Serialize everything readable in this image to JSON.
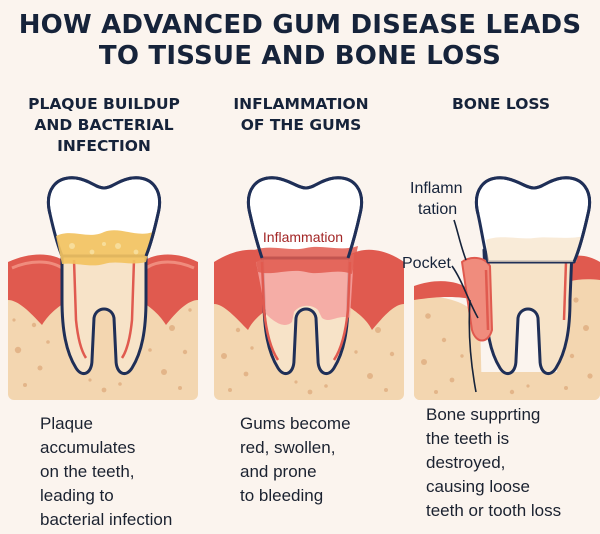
{
  "title": {
    "line1": "HOW ADVANCED GUM DISEASE LEADS",
    "line2": "TO TISSUE AND BONE LOSS"
  },
  "stages": [
    {
      "heading": "PLAQUE BUILDUP\nAND BACTERIAL\nINFECTION",
      "caption": "Plaque\naccumulates\non the teeth,\nleading to\nbacterial infection"
    },
    {
      "heading": "INFLAMMATION\nOF THE GUMS",
      "caption": "Gums become\nred, swollen,\nand prone\nto bleeding",
      "label_inflammation": "Inflammation"
    },
    {
      "heading": "BONE LOSS",
      "caption": "Bone supprting\nthe teeth is\ndestroyed,\ncausing loose\nteeth or tooth loss",
      "label_inflammation_line1": "Inflamn",
      "label_inflammation_line2": "tation",
      "label_pocket": "Pocket"
    }
  ],
  "colors": {
    "background": "#fbf4ee",
    "outline": "#1f2f57",
    "bone": "#f3d6b0",
    "bone_dots": "#e3b589",
    "gum": "#e05a4f",
    "gum_light": "#f08c7d",
    "enamel": "#ffffff",
    "plaque": "#f2c25f",
    "inflamed": "#f4a3a0",
    "root_fill": "#f7e3c8"
  }
}
